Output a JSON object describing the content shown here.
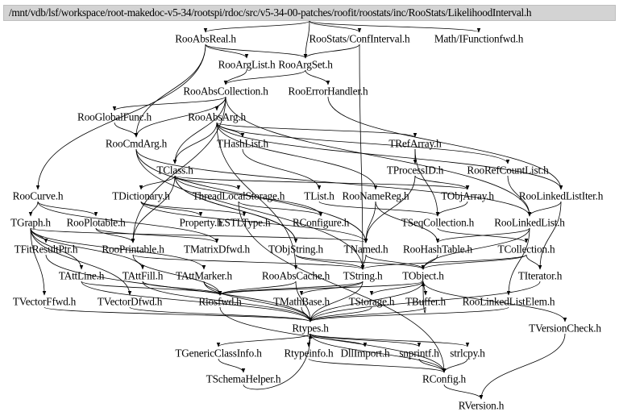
{
  "root": {
    "id": "root",
    "label": "/mnt/vdb/lsf/workspace/root-makedoc-v5-34/rootspi/rdoc/src/v5-34-00-patches/roofit/roostats/inc/RooStats/LikelihoodInterval.h",
    "fill": "#d3d3d3"
  },
  "nodes": [
    {
      "id": "RooAbsReal",
      "label": "RooAbsReal.h"
    },
    {
      "id": "ConfInterval",
      "label": "RooStats/ConfInterval.h"
    },
    {
      "id": "IFunctionfwd",
      "label": "Math/IFunctionfwd.h"
    },
    {
      "id": "RooArgList",
      "label": "RooArgList.h"
    },
    {
      "id": "RooArgSet",
      "label": "RooArgSet.h"
    },
    {
      "id": "RooAbsCollection",
      "label": "RooAbsCollection.h"
    },
    {
      "id": "RooErrorHandler",
      "label": "RooErrorHandler.h"
    },
    {
      "id": "RooGlobalFunc",
      "label": "RooGlobalFunc.h"
    },
    {
      "id": "RooAbsArg",
      "label": "RooAbsArg.h"
    },
    {
      "id": "RooCmdArg",
      "label": "RooCmdArg.h"
    },
    {
      "id": "THashList",
      "label": "THashList.h"
    },
    {
      "id": "TRefArray",
      "label": "TRefArray.h"
    },
    {
      "id": "TProcessID",
      "label": "TProcessID.h"
    },
    {
      "id": "RooRefCountList",
      "label": "RooRefCountList.h"
    },
    {
      "id": "TClass",
      "label": "TClass.h"
    },
    {
      "id": "RooCurve",
      "label": "RooCurve.h"
    },
    {
      "id": "TDictionary",
      "label": "TDictionary.h"
    },
    {
      "id": "ThreadLocalStorage",
      "label": "ThreadLocalStorage.h"
    },
    {
      "id": "TList",
      "label": "TList.h"
    },
    {
      "id": "RooNameReg",
      "label": "RooNameReg.h"
    },
    {
      "id": "TObjArray",
      "label": "TObjArray.h"
    },
    {
      "id": "RooLinkedListIter",
      "label": "RooLinkedListIter.h"
    },
    {
      "id": "TGraph",
      "label": "TGraph.h"
    },
    {
      "id": "RooPlotable",
      "label": "RooPlotable.h"
    },
    {
      "id": "Property",
      "label": "Property.h"
    },
    {
      "id": "ESTLType",
      "label": "ESTLType.h"
    },
    {
      "id": "RConfigure",
      "label": "RConfigure.h"
    },
    {
      "id": "TSeqCollection",
      "label": "TSeqCollection.h"
    },
    {
      "id": "RooLinkedList",
      "label": "RooLinkedList.h"
    },
    {
      "id": "TFitResultPtr",
      "label": "TFitResultPtr.h"
    },
    {
      "id": "RooPrintable",
      "label": "RooPrintable.h"
    },
    {
      "id": "TMatrixDfwd",
      "label": "TMatrixDfwd.h"
    },
    {
      "id": "TObjString",
      "label": "TObjString.h"
    },
    {
      "id": "TNamed",
      "label": "TNamed.h"
    },
    {
      "id": "RooHashTable",
      "label": "RooHashTable.h"
    },
    {
      "id": "TCollection",
      "label": "TCollection.h"
    },
    {
      "id": "TAttLine",
      "label": "TAttLine.h"
    },
    {
      "id": "TAttFill",
      "label": "TAttFill.h"
    },
    {
      "id": "TAttMarker",
      "label": "TAttMarker.h"
    },
    {
      "id": "RooAbsCache",
      "label": "RooAbsCache.h"
    },
    {
      "id": "TString",
      "label": "TString.h"
    },
    {
      "id": "TObject",
      "label": "TObject.h"
    },
    {
      "id": "TIterator",
      "label": "TIterator.h"
    },
    {
      "id": "TVectorFfwd",
      "label": "TVectorFfwd.h"
    },
    {
      "id": "TVectorDfwd",
      "label": "TVectorDfwd.h"
    },
    {
      "id": "Riosfwd",
      "label": "Riosfwd.h"
    },
    {
      "id": "TMathBase",
      "label": "TMathBase.h"
    },
    {
      "id": "TStorage",
      "label": "TStorage.h"
    },
    {
      "id": "TBuffer",
      "label": "TBuffer.h"
    },
    {
      "id": "RooLinkedListElem",
      "label": "RooLinkedListElem.h"
    },
    {
      "id": "Rtypes",
      "label": "Rtypes.h"
    },
    {
      "id": "TVersionCheck",
      "label": "TVersionCheck.h"
    },
    {
      "id": "TGenericClassInfo",
      "label": "TGenericClassInfo.h"
    },
    {
      "id": "Rtypeinfo",
      "label": "Rtypeinfo.h"
    },
    {
      "id": "DllImport",
      "label": "DllImport.h"
    },
    {
      "id": "snprintf",
      "label": "snprintf.h"
    },
    {
      "id": "strlcpy",
      "label": "strlcpy.h"
    },
    {
      "id": "TSchemaHelper",
      "label": "TSchemaHelper.h"
    },
    {
      "id": "RConfig",
      "label": "RConfig.h"
    },
    {
      "id": "RVersion",
      "label": "RVersion.h"
    }
  ],
  "edges": [
    [
      "root",
      "RooAbsReal"
    ],
    [
      "root",
      "ConfInterval"
    ],
    [
      "root",
      "IFunctionfwd"
    ],
    [
      "root",
      "RooArgSet"
    ],
    [
      "RooAbsReal",
      "RooArgList"
    ],
    [
      "RooAbsReal",
      "RooArgSet"
    ],
    [
      "RooAbsReal",
      "RooCurve"
    ],
    [
      "RooAbsReal",
      "RooCmdArg"
    ],
    [
      "ConfInterval",
      "RooArgSet"
    ],
    [
      "ConfInterval",
      "TString"
    ],
    [
      "RooArgList",
      "RooAbsCollection"
    ],
    [
      "RooArgSet",
      "RooAbsCollection"
    ],
    [
      "RooArgSet",
      "RooErrorHandler"
    ],
    [
      "RooAbsCollection",
      "RooGlobalFunc"
    ],
    [
      "RooAbsCollection",
      "RooAbsArg"
    ],
    [
      "RooAbsCollection",
      "RooCmdArg"
    ],
    [
      "RooAbsCollection",
      "RooLinkedList"
    ],
    [
      "RooAbsCollection",
      "RooPrintable"
    ],
    [
      "RooAbsCollection",
      "TClass"
    ],
    [
      "RooErrorHandler",
      "RooLinkedListIter"
    ],
    [
      "RooAbsArg",
      "THashList"
    ],
    [
      "RooAbsArg",
      "TRefArray"
    ],
    [
      "RooAbsArg",
      "RooRefCountList"
    ],
    [
      "RooAbsArg",
      "RooNameReg"
    ],
    [
      "RooAbsArg",
      "TClass"
    ],
    [
      "RooAbsArg",
      "RooAbsCache"
    ],
    [
      "RooAbsArg",
      "RooLinkedListIter"
    ],
    [
      "RooGlobalFunc",
      "RooCmdArg"
    ],
    [
      "RooCmdArg",
      "TNamed"
    ],
    [
      "RooCmdArg",
      "TString"
    ],
    [
      "RooCmdArg",
      "RooLinkedList"
    ],
    [
      "THashList",
      "TList"
    ],
    [
      "TRefArray",
      "TProcessID"
    ],
    [
      "TRefArray",
      "TSeqCollection"
    ],
    [
      "TProcessID",
      "TObjArray"
    ],
    [
      "TProcessID",
      "TNamed"
    ],
    [
      "RooRefCountList",
      "RooLinkedList"
    ],
    [
      "TClass",
      "TDictionary"
    ],
    [
      "TClass",
      "ThreadLocalStorage"
    ],
    [
      "TClass",
      "TObjArray"
    ],
    [
      "TClass",
      "TObjString"
    ],
    [
      "TClass",
      "TObjString"
    ],
    [
      "TClass",
      "RConfigure"
    ],
    [
      "TClass",
      "RooPrintable"
    ],
    [
      "RooCurve",
      "TGraph"
    ],
    [
      "RooCurve",
      "RooPlotable"
    ],
    [
      "RooCurve",
      "TMatrixDfwd"
    ],
    [
      "TDictionary",
      "Property"
    ],
    [
      "TDictionary",
      "ESTLType"
    ],
    [
      "TDictionary",
      "TNamed"
    ],
    [
      "ThreadLocalStorage",
      "RConfigure"
    ],
    [
      "ThreadLocalStorage",
      "RConfig"
    ],
    [
      "TList",
      "TSeqCollection"
    ],
    [
      "RooNameReg",
      "TNamed"
    ],
    [
      "RooNameReg",
      "RooHashTable"
    ],
    [
      "TObjArray",
      "TSeqCollection"
    ],
    [
      "RooLinkedListIter",
      "TIterator"
    ],
    [
      "RooLinkedListIter",
      "RooLinkedList"
    ],
    [
      "TGraph",
      "TNamed"
    ],
    [
      "TGraph",
      "TAttLine"
    ],
    [
      "TGraph",
      "TAttFill"
    ],
    [
      "TGraph",
      "TAttMarker"
    ],
    [
      "TGraph",
      "TVectorFfwd"
    ],
    [
      "TGraph",
      "TVectorDfwd"
    ],
    [
      "TGraph",
      "TFitResultPtr"
    ],
    [
      "RooPlotable",
      "RooPrintable"
    ],
    [
      "RooPlotable",
      "TMatrixDfwd"
    ],
    [
      "TSeqCollection",
      "TCollection"
    ],
    [
      "RooLinkedList",
      "TObject"
    ],
    [
      "RooLinkedList",
      "RooHashTable"
    ],
    [
      "RooLinkedList",
      "RooLinkedListElem"
    ],
    [
      "TFitResultPtr",
      "Rtypes"
    ],
    [
      "RooPrintable",
      "TString"
    ],
    [
      "RooPrintable",
      "Riosfwd"
    ],
    [
      "TObjString",
      "TString"
    ],
    [
      "TObjString",
      "TObject"
    ],
    [
      "TNamed",
      "TString"
    ],
    [
      "TNamed",
      "TObject"
    ],
    [
      "RooHashTable",
      "TObject"
    ],
    [
      "TCollection",
      "TObject"
    ],
    [
      "TCollection",
      "TIterator"
    ],
    [
      "TCollection",
      "TString"
    ],
    [
      "TAttLine",
      "Rtypes"
    ],
    [
      "TAttLine",
      "Riosfwd"
    ],
    [
      "TAttFill",
      "Rtypes"
    ],
    [
      "TAttFill",
      "Riosfwd"
    ],
    [
      "TAttMarker",
      "Rtypes"
    ],
    [
      "TAttMarker",
      "Riosfwd"
    ],
    [
      "RooAbsCache",
      "Rtypes"
    ],
    [
      "RooAbsCache",
      "Riosfwd"
    ],
    [
      "TString",
      "Rtypes"
    ],
    [
      "TString",
      "TMathBase"
    ],
    [
      "TString",
      "Riosfwd"
    ],
    [
      "TObject",
      "TStorage"
    ],
    [
      "TObject",
      "TBuffer"
    ],
    [
      "TObject",
      "Riosfwd"
    ],
    [
      "TObject",
      "Rtypes"
    ],
    [
      "TObject",
      "TVersionCheck"
    ],
    [
      "TIterator",
      "Rtypes"
    ],
    [
      "TVectorFfwd",
      "Rtypes"
    ],
    [
      "TVectorDfwd",
      "Rtypes"
    ],
    [
      "Riosfwd",
      "RConfig"
    ],
    [
      "TMathBase",
      "Rtypes"
    ],
    [
      "TStorage",
      "Rtypes"
    ],
    [
      "TBuffer",
      "Rtypes"
    ],
    [
      "TBuffer",
      "TObject"
    ],
    [
      "RooLinkedListElem",
      "Rtypes"
    ],
    [
      "Rtypes",
      "TGenericClassInfo"
    ],
    [
      "Rtypes",
      "Rtypeinfo"
    ],
    [
      "Rtypes",
      "DllImport"
    ],
    [
      "Rtypes",
      "snprintf"
    ],
    [
      "Rtypes",
      "strlcpy"
    ],
    [
      "Rtypes",
      "RConfig"
    ],
    [
      "TVersionCheck",
      "RVersion"
    ],
    [
      "TGenericClassInfo",
      "TSchemaHelper"
    ],
    [
      "TSchemaHelper",
      "Rtypes"
    ],
    [
      "Rtypeinfo",
      "RConfig"
    ],
    [
      "snprintf",
      "RConfig"
    ],
    [
      "strlcpy",
      "RConfig"
    ],
    [
      "RConfig",
      "RVersion"
    ]
  ]
}
